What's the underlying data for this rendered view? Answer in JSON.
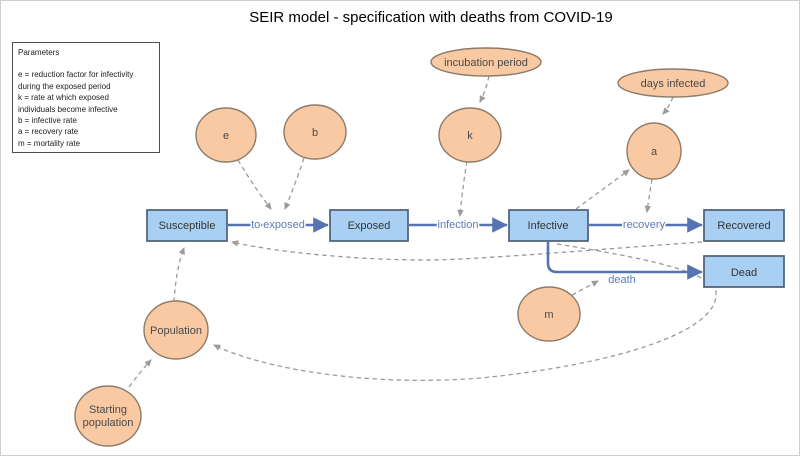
{
  "title": "SEIR model - specification with deaths from COVID-19",
  "parameters_box": {
    "heading": "Parameters",
    "lines": [
      "e = reduction factor for infectivity",
      "during the exposed period",
      "k = rate at which exposed",
      "individuals become infective",
      "b = infective rate",
      "a = recovery rate",
      "m = mortality rate"
    ]
  },
  "stocks": [
    {
      "label": "Susceptible"
    },
    {
      "label": "Exposed"
    },
    {
      "label": "Infective"
    },
    {
      "label": "Recovered"
    },
    {
      "label": "Dead"
    }
  ],
  "flows": [
    {
      "label": "to exposed"
    },
    {
      "label": "infection"
    },
    {
      "label": "recovery"
    },
    {
      "label": "death"
    }
  ],
  "variables": [
    {
      "label": "e"
    },
    {
      "label": "b"
    },
    {
      "label": "k"
    },
    {
      "label": "a"
    },
    {
      "label": "m"
    },
    {
      "label": "Population"
    },
    {
      "label": "Starting",
      "label2": "population"
    }
  ],
  "converters": [
    {
      "label": "incubation period"
    },
    {
      "label": "days infected"
    }
  ],
  "colors": {
    "stock_fill": "#a9d0f3",
    "stock_border": "#4e5f75",
    "variable_fill": "#f8c9a2",
    "variable_border": "#8c7b69",
    "flow_color": "#5673b2",
    "flow_label_color": "#5b7cb8",
    "link_color": "#9b9b9b",
    "title_color": "#000000"
  }
}
